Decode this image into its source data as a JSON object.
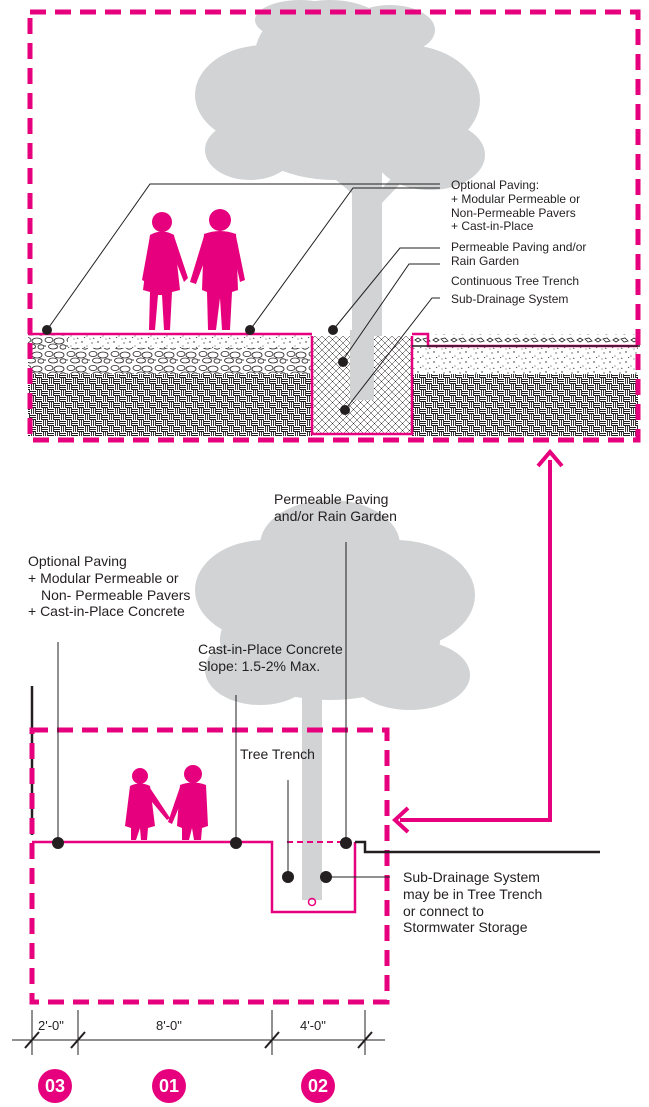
{
  "colors": {
    "accent": "#e6007e",
    "line": "#231f20",
    "tree": "#d1d3d4",
    "badge_text": "#ffffff"
  },
  "top_section": {
    "callouts": {
      "optional_paving": [
        "Optional Paving:",
        "+ Modular Permeable or",
        "Non-Permeable Pavers",
        "+ Cast-in-Place"
      ],
      "permeable_paving": [
        "Permeable Paving and/or",
        "Rain Garden"
      ],
      "tree_trench": "Continuous Tree Trench",
      "sub_drainage": "Sub-Drainage System"
    }
  },
  "bottom_section": {
    "callouts": {
      "optional_paving": [
        "Optional Paving",
        "+ Modular Permeable or",
        "Non- Permeable Pavers",
        "+ Cast-in-Place Concrete"
      ],
      "permeable_paving": [
        "Permeable Paving",
        "and/or Rain Garden"
      ],
      "cast_in_place": [
        "Cast-in-Place Concrete",
        "Slope: 1.5-2% Max."
      ],
      "tree_trench": "Tree Trench",
      "sub_drainage": [
        "Sub-Drainage System",
        "may be in Tree Trench",
        "or connect to",
        "Stormwater Storage"
      ]
    },
    "dimensions": [
      "2'-0\"",
      "8'-0\"",
      "4'-0\""
    ],
    "zone_badges": [
      "03",
      "01",
      "02"
    ]
  }
}
